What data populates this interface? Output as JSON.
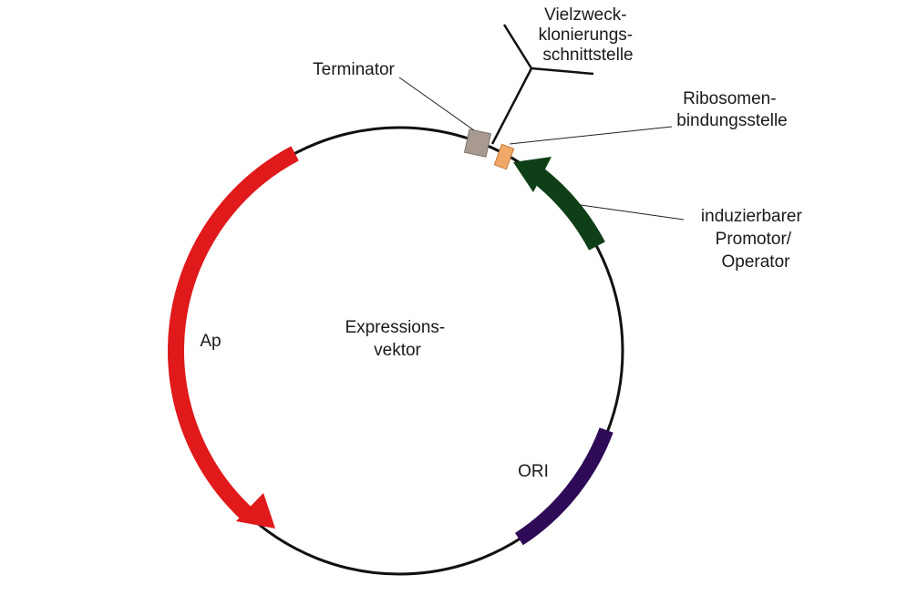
{
  "diagram": {
    "center_label": [
      "Expressions-",
      "vektor"
    ],
    "elements": [
      {
        "id": "ap",
        "label": "Ap",
        "color": "#e0191a",
        "type": "arrow"
      },
      {
        "id": "ori",
        "label": "ORI",
        "color": "#2e0a57",
        "type": "segment"
      },
      {
        "id": "promoter",
        "label": [
          "induzierbarer",
          "Promotor/",
          "Operator"
        ],
        "color": "#0e3f16",
        "type": "arrow"
      },
      {
        "id": "rbs",
        "label": [
          "Ribosomen-",
          "bindungsstelle"
        ],
        "color": "#f0a868",
        "type": "box"
      },
      {
        "id": "terminator",
        "label": "Terminator",
        "color": "#a89a91",
        "type": "box"
      },
      {
        "id": "mcs",
        "label": [
          "Vielzweck-",
          "klonierungs-",
          "schnittstelle"
        ],
        "color": "#111111",
        "type": "site"
      }
    ],
    "backbone_color": "#111111"
  }
}
